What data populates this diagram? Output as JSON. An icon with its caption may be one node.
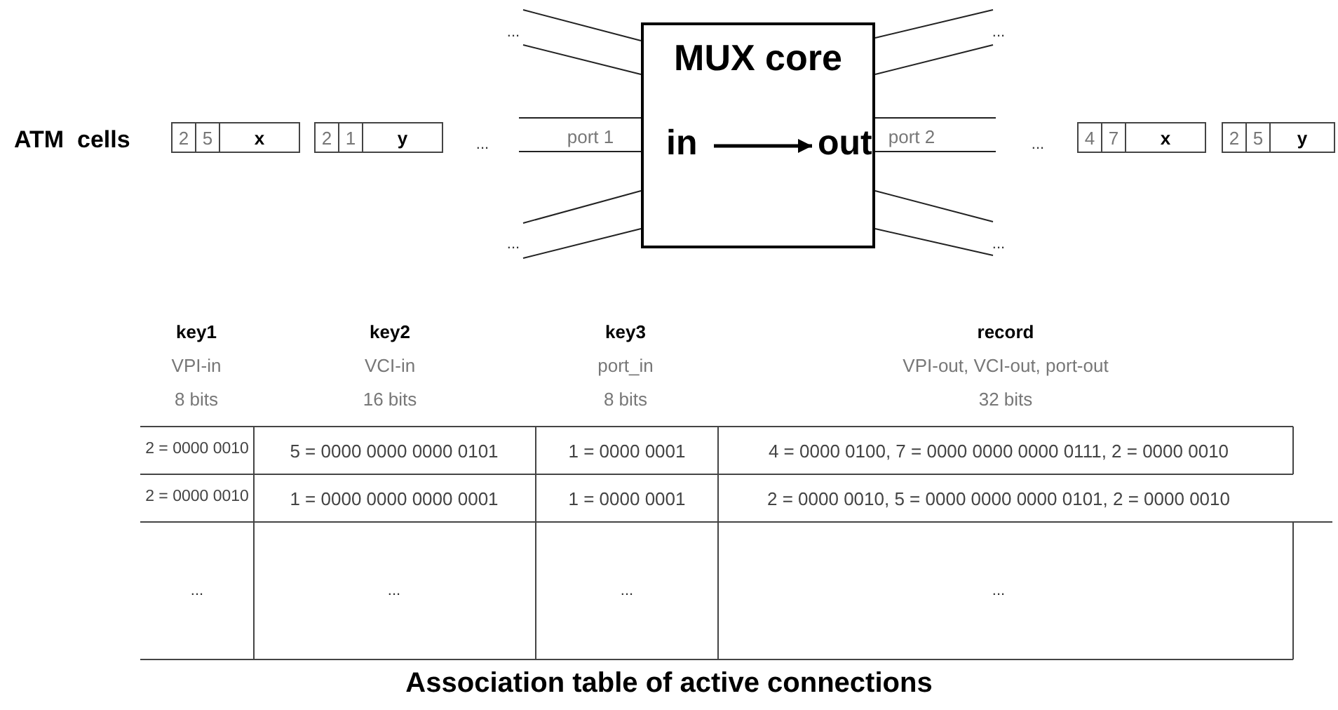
{
  "diagram": {
    "caption": "Association table of active connections",
    "nodes": [
      {
        "text": [
          "MUX core"
        ]
      },
      {
        "text": [
          "in"
        ],
        "in": 0
      },
      {
        "text": [
          "out"
        ],
        "in": 0
      },
      {
        "text": [
          "2",
          "5",
          "x"
        ]
      },
      {
        "text": [
          "2",
          "1",
          "y"
        ]
      },
      {
        "text": [
          "4",
          "7",
          "x"
        ]
      },
      {
        "text": [
          "2",
          "5",
          "y"
        ]
      }
    ],
    "edges": [
      {
        "from": 1,
        "to": 2,
        "arrow": "to"
      }
    ],
    "labels": [
      "...",
      "...",
      "ATM  cells",
      "...",
      "port 1",
      "port 2",
      "...",
      "...",
      "...",
      "key1",
      "key2",
      "key3",
      "record",
      "VPI-in",
      "VCI-in",
      "port_in",
      "VPI-out, VCI-out, port-out",
      "8 bits",
      "16 bits",
      "8 bits",
      "32 bits",
      "2 = 0000 0010",
      "5 = 0000 0000 0000 0101",
      "1 = 0000 0001",
      "4 = 0000 0100, 7 = 0000 0000 0000 0111, 2 = 0000 0010",
      "2 = 0000 0010",
      "1 = 0000 0000 0000 0001",
      "1 = 0000 0001",
      "2 = 0000 0010, 5 = 0000 0000 0000 0101, 2 = 0000 0010",
      "...",
      "...",
      "...",
      "..."
    ]
  }
}
